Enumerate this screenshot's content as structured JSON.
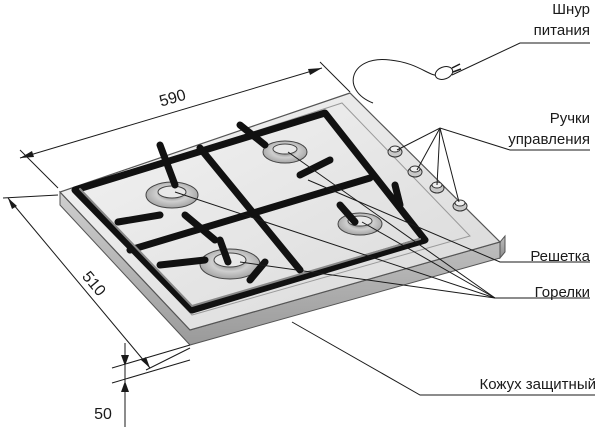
{
  "labels": {
    "power_cord": [
      "Шнур",
      "питания"
    ],
    "control_knobs": [
      "Ручки",
      "управления"
    ],
    "grate": "Решетка",
    "burners": "Горелки",
    "protective_casing": "Кожух защитный"
  },
  "dimensions": {
    "width": "590",
    "depth": "510",
    "height": "50"
  }
}
